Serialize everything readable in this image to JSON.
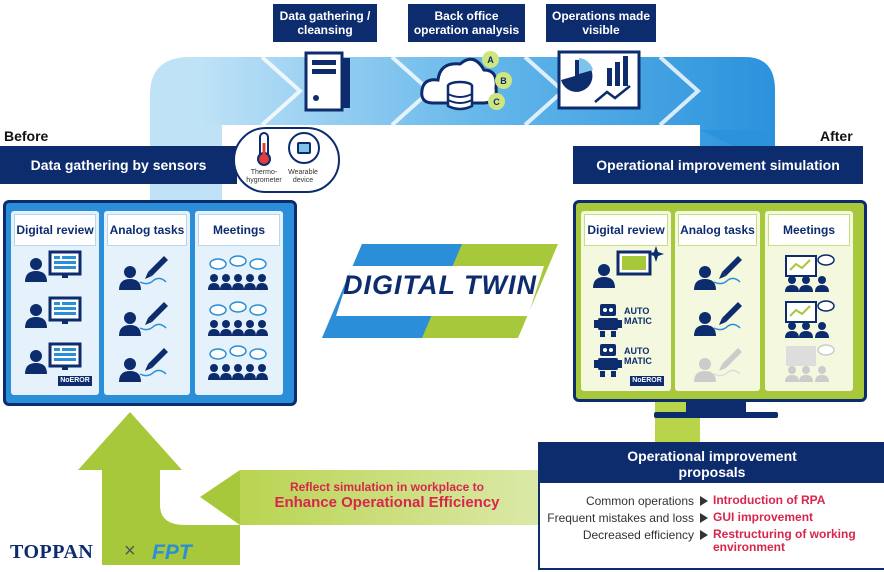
{
  "top_steps": [
    {
      "label": "Data gathering / cleansing"
    },
    {
      "label": "Back office operation analysis"
    },
    {
      "label": "Operations made visible"
    }
  ],
  "cloud_badges": [
    "A",
    "B",
    "C"
  ],
  "before": {
    "side_label": "Before",
    "title": "Data gathering by sensors",
    "sensor_labels": [
      "Thermo-hygrometer",
      "Wearable device"
    ],
    "columns": [
      "Digital review",
      "Analog tasks",
      "Meetings"
    ],
    "logo_text": "NoEROR"
  },
  "after": {
    "side_label": "After",
    "title": "Operational improvement simulation",
    "columns": [
      "Digital review",
      "Analog tasks",
      "Meetings"
    ],
    "automatic_label": "AUTO MATIC",
    "logo_text": "NoEROR"
  },
  "center_label": "DIGITAL TWIN",
  "reflect": {
    "line1": "Reflect simulation in workplace to",
    "line2": "Enhance Operational Efficiency"
  },
  "proposals": {
    "title": "Operational improvement proposals",
    "rows": [
      {
        "issue": "Common operations",
        "solution": "Introduction of RPA"
      },
      {
        "issue": "Frequent mistakes and loss",
        "solution": "GUI improvement"
      },
      {
        "issue": "Decreased efficiency",
        "solution": "Restructuring of working environment"
      }
    ]
  },
  "logos": {
    "left": "TOPPAN",
    "separator": "×",
    "right": "FPT"
  },
  "colors": {
    "navy": "#0d2c6e",
    "light_blue": "#7ec3ea",
    "mid_blue": "#2a8fd8",
    "lime": "#a7c83a",
    "red": "#d8254d"
  }
}
